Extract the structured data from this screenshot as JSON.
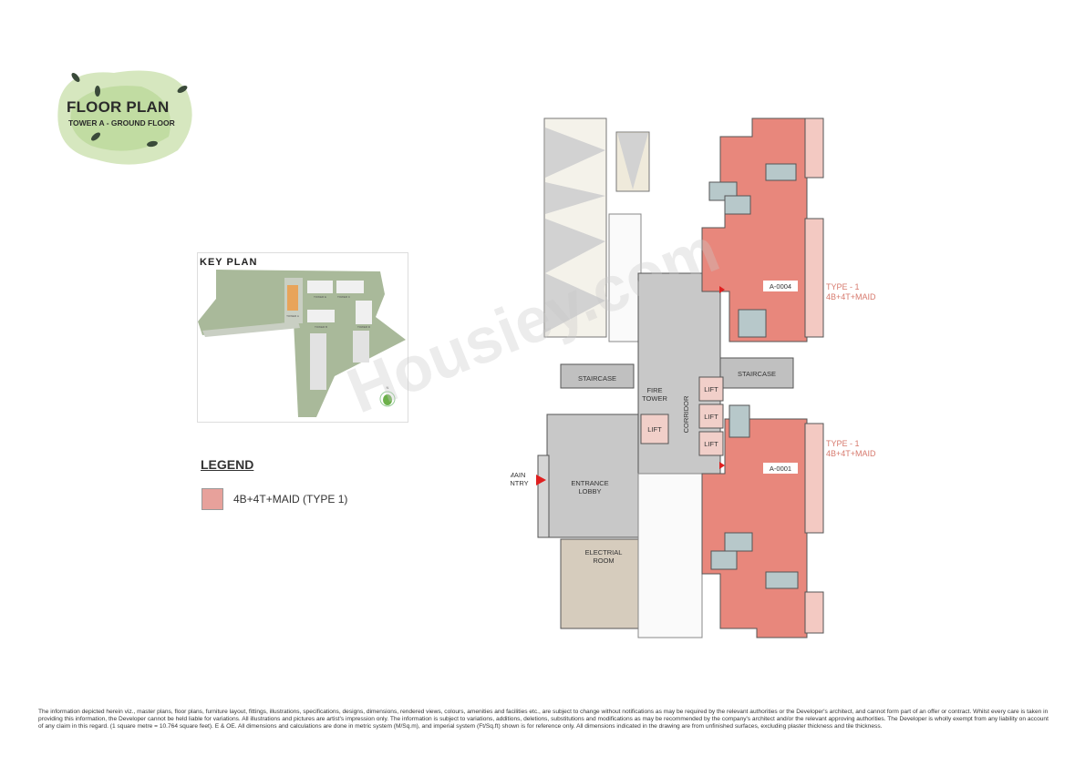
{
  "header": {
    "title": "FLOOR PLAN",
    "subtitle": "TOWER A - GROUND FLOOR"
  },
  "key_plan": {
    "title": "KEY PLAN",
    "towers": [
      "TOWER A",
      "TOWER B",
      "TOWER C",
      "TOWER D",
      "TOWER E"
    ],
    "highlight_color": "#e8a45a",
    "north_label": "N"
  },
  "legend": {
    "title": "LEGEND",
    "items": [
      {
        "label": "4B+4T+MAID (TYPE 1)",
        "color": "#e7a19b"
      }
    ]
  },
  "plan": {
    "labels": {
      "staircase_left": "STAIRCASE",
      "staircase_right": "STAIRCASE",
      "fire_tower_1": "FIRE",
      "fire_tower_2": "TOWER",
      "corridor": "CORRIDOR",
      "lift": "LIFT",
      "main_entry_1": "MAIN",
      "main_entry_2": "ENTRY",
      "entrance_lobby_1": "ENTRANCE",
      "entrance_lobby_2": "LOBBY",
      "electrical_room_1": "ELECTRIAL",
      "electrical_room_2": "ROOM"
    },
    "units": [
      {
        "id": "A-0004",
        "type_line1": "TYPE - 1",
        "type_line2": "4B+4T+MAID"
      },
      {
        "id": "A-0001",
        "type_line1": "TYPE - 1",
        "type_line2": "4B+4T+MAID"
      }
    ],
    "colors": {
      "unit": "#e8877c",
      "balcony": "#f3c9c2",
      "core": "#c8c8c8",
      "electrical": "#d6ccbd",
      "lift": "#f1cfc9",
      "toilet": "#b7c8ca"
    }
  },
  "watermark": "Housiey.com",
  "disclaimer": "The information depicted herein viz., master plans, floor plans, furniture layout, fittings, illustrations, specifications, designs, dimensions, rendered views, colours, amenities and facilities etc., are subject to change without notifications as may be required by the relevant authorities or the Developer's architect, and cannot form part of an offer or contract. Whilst every care is taken in providing this information, the Developer cannot be held liable for variations. All illustrations and pictures are artist's impression only. The information is subject to variations, additions, deletions, substitutions and modifications as may be recommended by the company's architect and/or the relevant approving authorities. The Developer is wholly exempt from any liability on account of any claim in this regard. (1 square metre = 10.764 square feet). E & OE. All dimensions and calculations are done in metric system (M/Sq.m), and imperial system (Ft/Sq.ft) shown is for reference only. All dimensions indicated in the drawing are from unfinished surfaces, excluding plaster thickness and tile thickness."
}
